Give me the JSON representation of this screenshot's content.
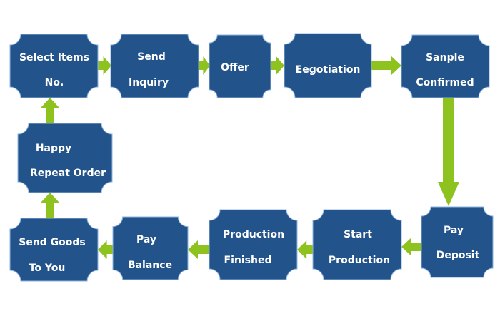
{
  "colors": {
    "box_fill": "#22538a",
    "box_edge": "#8fb6e0",
    "arrow": "#8dc21f",
    "text": "#ffffff",
    "background": "#ffffff"
  },
  "steps": [
    {
      "id": "select-items",
      "lines": [
        "Select Items",
        "No."
      ]
    },
    {
      "id": "send-inquiry",
      "lines": [
        "Send",
        "Inquiry"
      ]
    },
    {
      "id": "offer",
      "lines": [
        "Offer"
      ]
    },
    {
      "id": "negotiation",
      "lines": [
        "Eegotiation"
      ]
    },
    {
      "id": "sample-confirmed",
      "lines": [
        "Sanple",
        "Confirmed"
      ]
    },
    {
      "id": "pay-deposit",
      "lines": [
        "Pay",
        "Deposit"
      ]
    },
    {
      "id": "start-production",
      "lines": [
        "Start",
        "Production"
      ]
    },
    {
      "id": "production-finished",
      "lines": [
        "Production",
        "Finished"
      ]
    },
    {
      "id": "pay-balance",
      "lines": [
        "Pay",
        "Balance"
      ]
    },
    {
      "id": "send-goods",
      "lines": [
        "Send Goods",
        "To You"
      ]
    },
    {
      "id": "repeat-order",
      "lines": [
        "Happy",
        "Repeat Order"
      ]
    }
  ],
  "flow": [
    {
      "from": "select-items",
      "to": "send-inquiry"
    },
    {
      "from": "send-inquiry",
      "to": "offer"
    },
    {
      "from": "offer",
      "to": "negotiation"
    },
    {
      "from": "negotiation",
      "to": "sample-confirmed"
    },
    {
      "from": "sample-confirmed",
      "to": "pay-deposit"
    },
    {
      "from": "pay-deposit",
      "to": "start-production"
    },
    {
      "from": "start-production",
      "to": "production-finished"
    },
    {
      "from": "production-finished",
      "to": "pay-balance"
    },
    {
      "from": "pay-balance",
      "to": "send-goods"
    },
    {
      "from": "send-goods",
      "to": "repeat-order"
    },
    {
      "from": "repeat-order",
      "to": "select-items"
    }
  ]
}
